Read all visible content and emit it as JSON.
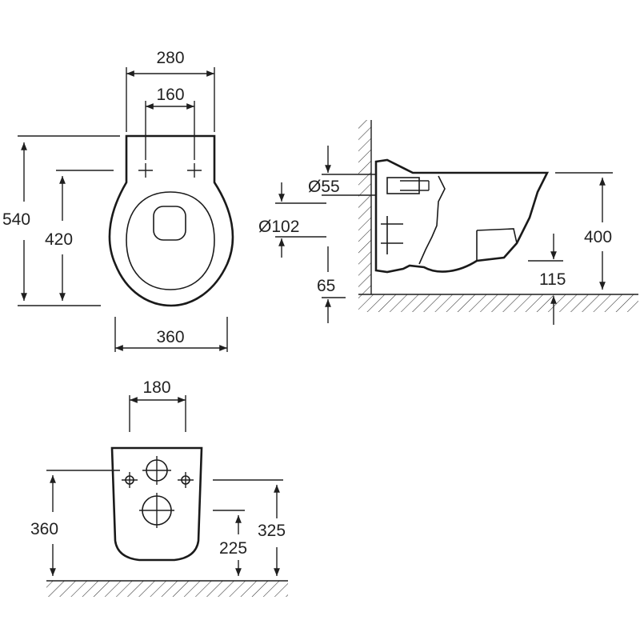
{
  "drawing": {
    "line_color": "#1a1a1a",
    "background": "#ffffff",
    "top_view": {
      "width_top": "280",
      "bolt_spacing": "160",
      "overall_length": "540",
      "fixing_to_front": "420",
      "width": "360"
    },
    "side_view": {
      "inlet_diameter": "Ø55",
      "outlet_diameter": "Ø102",
      "outlet_offset": "65",
      "rim_height": "400",
      "outlet_height": "115"
    },
    "back_view": {
      "bolt_spacing": "180",
      "fixing_height": "360",
      "outlet_height": "225",
      "inlet_height": "325"
    }
  }
}
